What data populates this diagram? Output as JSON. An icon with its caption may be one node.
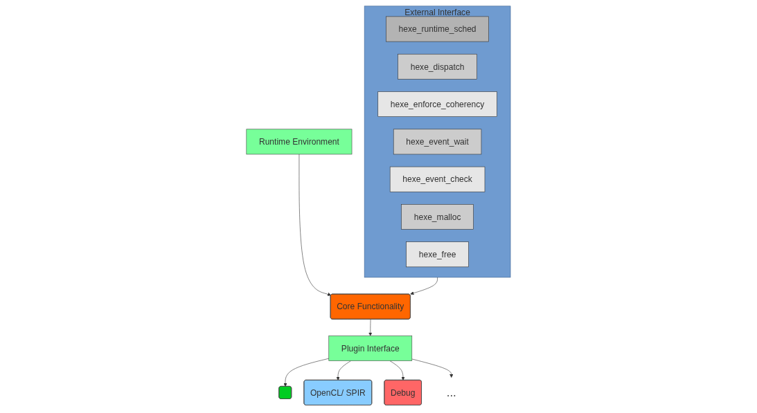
{
  "diagram": {
    "nodes": [
      {
        "text": [
          "Runtime Environment"
        ]
      },
      {
        "text": [
          "Core Functionality"
        ]
      },
      {
        "text": [
          "Plugin Interface"
        ]
      },
      {
        "text": [],
        "shape": "box"
      },
      {
        "text": [
          "OpenCL/ SPIR"
        ]
      },
      {
        "text": [
          "Debug"
        ]
      },
      {
        "text": [
          "..."
        ]
      },
      {
        "text": [
          "External Interface"
        ]
      },
      {
        "text": [
          "hexe_runtime_sched"
        ],
        "in": 7
      },
      {
        "text": [
          "hexe_dispatch"
        ],
        "in": 7
      },
      {
        "text": [
          "hexe_enforce_coherency"
        ],
        "in": 7
      },
      {
        "text": [
          "hexe_event_wait"
        ],
        "in": 7
      },
      {
        "text": [
          "hexe_event_check"
        ],
        "in": 7
      },
      {
        "text": [
          "hexe_malloc"
        ],
        "in": 7
      },
      {
        "text": [
          "hexe_free"
        ],
        "in": 7
      }
    ],
    "edges": [
      {
        "from": 0,
        "to": 1,
        "arrow": "to"
      },
      {
        "from": 7,
        "to": 1,
        "arrow": "to"
      },
      {
        "from": 1,
        "to": 2,
        "arrow": "to"
      },
      {
        "from": 2,
        "to": 3,
        "arrow": "to"
      },
      {
        "from": 2,
        "to": 4,
        "arrow": "to"
      },
      {
        "from": 2,
        "to": 5,
        "arrow": "to"
      },
      {
        "from": 2,
        "to": 6,
        "arrow": "to"
      }
    ]
  }
}
